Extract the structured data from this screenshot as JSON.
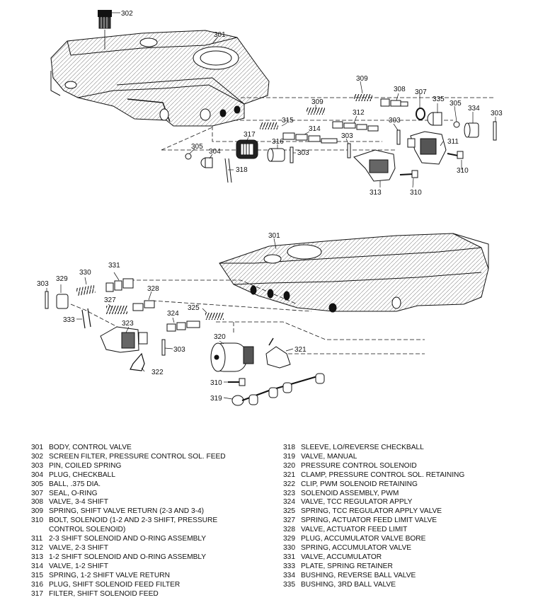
{
  "callouts": {
    "c301a": "301",
    "c302": "302",
    "c309a": "309",
    "c308": "308",
    "c307": "307",
    "c335": "335",
    "c305a": "305",
    "c334": "334",
    "c303a": "303",
    "c309b": "309",
    "c312": "312",
    "c303b": "303",
    "c315": "315",
    "c314": "314",
    "c303c": "303",
    "c311": "311",
    "c317": "317",
    "c316": "316",
    "c303d": "303",
    "c305b": "305",
    "c304": "304",
    "c318": "318",
    "c310a": "310",
    "c313": "313",
    "c310b": "310",
    "c301b": "301",
    "c331": "331",
    "c330": "330",
    "c329": "329",
    "c303e": "303",
    "c328": "328",
    "c327": "327",
    "c325": "325",
    "c324": "324",
    "c333": "333",
    "c323": "323",
    "c303f": "303",
    "c320": "320",
    "c321": "321",
    "c322": "322",
    "c310c": "310",
    "c319": "319"
  },
  "legend_left": [
    {
      "num": "301",
      "desc": "BODY, CONTROL VALVE"
    },
    {
      "num": "302",
      "desc": "SCREEN FILTER, PRESSURE CONTROL SOL. FEED"
    },
    {
      "num": "303",
      "desc": "PIN, COILED SPRING"
    },
    {
      "num": "304",
      "desc": "PLUG, CHECKBALL"
    },
    {
      "num": "305",
      "desc": "BALL, .375 DIA."
    },
    {
      "num": "307",
      "desc": "SEAL, O-RING"
    },
    {
      "num": "308",
      "desc": "VALVE, 3-4 SHIFT"
    },
    {
      "num": "309",
      "desc": "SPRING, SHIFT VALVE RETURN (2-3 AND 3-4)"
    },
    {
      "num": "310",
      "desc": "BOLT, SOLENOID (1-2 AND 2-3 SHIFT, PRESSURE\nCONTROL SOLENOID)"
    },
    {
      "num": "311",
      "desc": "2-3 SHIFT SOLENOID AND O-RING ASSEMBLY"
    },
    {
      "num": "312",
      "desc": "VALVE, 2-3 SHIFT"
    },
    {
      "num": "313",
      "desc": "1-2 SHIFT SOLENOID AND O-RING ASSEMBLY"
    },
    {
      "num": "314",
      "desc": "VALVE, 1-2 SHIFT"
    },
    {
      "num": "315",
      "desc": "SPRING, 1-2 SHIFT VALVE RETURN"
    },
    {
      "num": "316",
      "desc": "PLUG, SHIFT SOLENOID FEED FILTER"
    },
    {
      "num": "317",
      "desc": "FILTER, SHIFT SOLENOID FEED"
    }
  ],
  "legend_right": [
    {
      "num": "318",
      "desc": "SLEEVE, LO/REVERSE CHECKBALL"
    },
    {
      "num": "319",
      "desc": "VALVE, MANUAL"
    },
    {
      "num": "320",
      "desc": "PRESSURE CONTROL SOLENOID"
    },
    {
      "num": "321",
      "desc": "CLAMP, PRESSURE CONTROL SOL. RETAINING"
    },
    {
      "num": "322",
      "desc": "CLIP, PWM SOLENOID RETAINING"
    },
    {
      "num": "323",
      "desc": "SOLENOID ASSEMBLY, PWM"
    },
    {
      "num": "324",
      "desc": "VALVE, TCC REGULATOR APPLY"
    },
    {
      "num": "325",
      "desc": "SPRING, TCC REGULATOR APPLY VALVE"
    },
    {
      "num": "327",
      "desc": "SPRING, ACTUATOR FEED LIMIT VALVE"
    },
    {
      "num": "328",
      "desc": "VALVE, ACTUATOR FEED LIMIT"
    },
    {
      "num": "329",
      "desc": "PLUG, ACCUMULATOR VALVE BORE"
    },
    {
      "num": "330",
      "desc": "SPRING, ACCUMULATOR VALVE"
    },
    {
      "num": "331",
      "desc": "VALVE, ACCUMULATOR"
    },
    {
      "num": "333",
      "desc": "PLATE, SPRING RETAINER"
    },
    {
      "num": "334",
      "desc": "BUSHING, REVERSE BALL VALVE"
    },
    {
      "num": "335",
      "desc": "BUSHING, 3RD BALL VALVE"
    }
  ]
}
